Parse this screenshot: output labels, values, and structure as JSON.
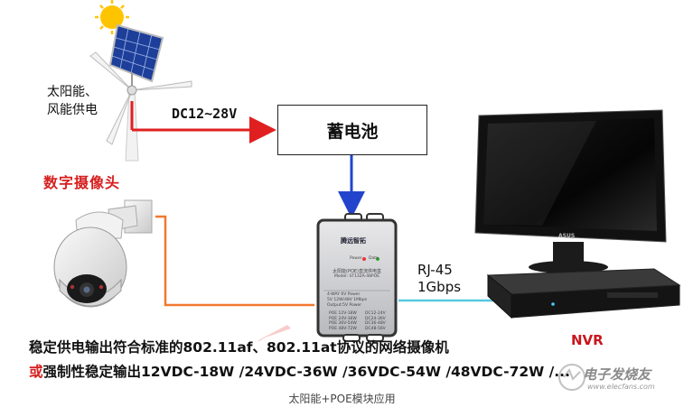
{
  "source_label_line1": "太阳能、",
  "source_label_line2": "风能供电",
  "dc_label": "DC12~28V",
  "battery_label": "蓄电池",
  "camera_label": "数字摄像头",
  "link_label_line1": "RJ-45",
  "link_label_line2": "1Gbps",
  "nvr_label": "NVR",
  "module": {
    "brand": "腾远智拓",
    "power_led": "Power",
    "data_led": "Data",
    "title": "太阳能(POE)直流供电盒",
    "model": "Model: ST132A-48POE",
    "spec_a": "4-WAY 6V Power",
    "spec_b": "5V 12W/48V 1Mbps",
    "spec_c": "Output:5V Power",
    "col_left": [
      "POE 12V-18W",
      "POE 24V-36W",
      "POE 36V-54W",
      "POE 48V-72W"
    ],
    "col_right": [
      "DC12-24V",
      "DC24-36V",
      "DC36-48V",
      "DC48-56V"
    ]
  },
  "monitor_brand": "ASUS",
  "description_line1": "稳定供电输出符合标准的802.11af、802.11at协议的网络摄像机",
  "description_line2_prefix": "或",
  "description_line2_rest": "强制性稳定输出12VDC-18W /24VDC-36W /36VDC-54W /48VDC-72W /...",
  "watermark": "电子发烧友",
  "watermark_url": "www.elecfans.com",
  "caption": "太阳能+POE模块应用",
  "colors": {
    "power_arrow": "#e02020",
    "battery_arrow": "#2244cc",
    "ethernet_line": "#55c8e0",
    "camera_line": "#f07830",
    "accent_red": "#d62020"
  }
}
